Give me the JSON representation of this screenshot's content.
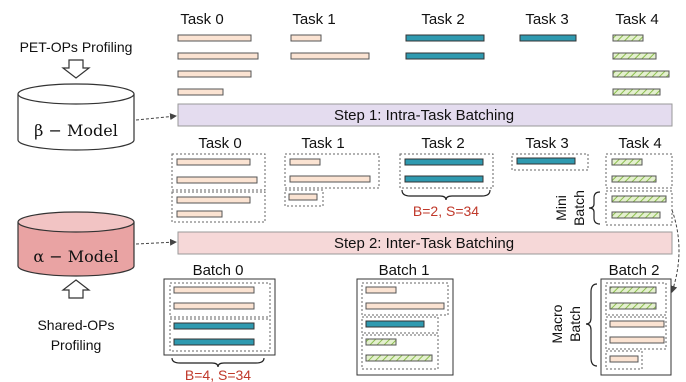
{
  "profiling": {
    "pet_ops": "PET-OPs  Profiling",
    "shared_ops_line1": "Shared-OPs",
    "shared_ops_line2": "Profiling"
  },
  "models": {
    "beta": "β − Model",
    "alpha": "α − Model"
  },
  "steps": {
    "step1": "Step 1: Intra-Task Batching",
    "step2": "Step 2: Inter-Task Batching"
  },
  "tasks_top": [
    "Task 0",
    "Task 1",
    "Task 2",
    "Task 3",
    "Task 4"
  ],
  "tasks_mid": [
    "Task 0",
    "Task 1",
    "Task 2",
    "Task 3",
    "Task 4"
  ],
  "batches": [
    "Batch 0",
    "Batch 1",
    "Batch 2"
  ],
  "annotations": {
    "task2_params": "B=2, S=34",
    "batch0_params": "B=4, S=34",
    "mini_line1": "Mini",
    "mini_line2": "Batch",
    "macro_line1": "Macro",
    "macro_line2": "Batch"
  },
  "colors": {
    "task_peach": "#fbe3d2",
    "task_teal": "#2f9ab0",
    "task_green_hatch": "#b9d98c",
    "step1_bar": "#e4dcef",
    "step2_bar": "#f6d8d8",
    "beta_cylinder": "#ffffff",
    "alpha_cylinder": "#e9a3a3",
    "annotation_red": "#c0392b"
  }
}
